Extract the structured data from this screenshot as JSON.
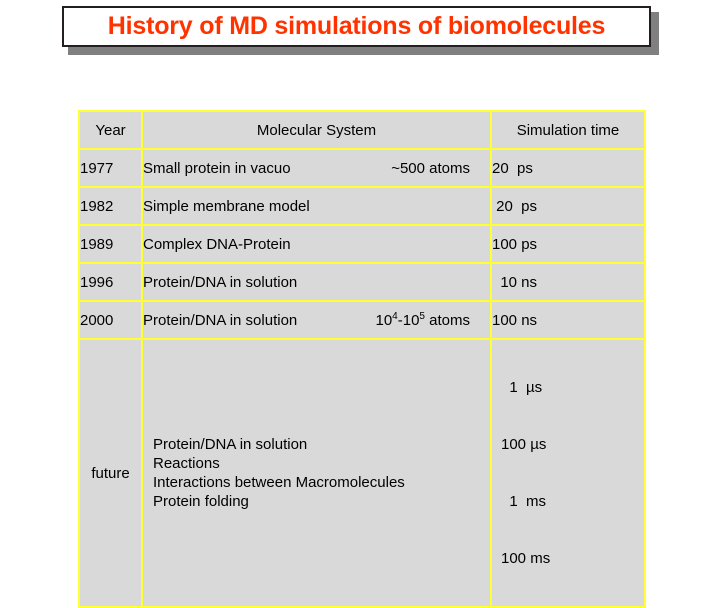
{
  "title": {
    "text": "History of MD simulations of biomolecules",
    "color": "#ff3300"
  },
  "table": {
    "headers": {
      "year": "Year",
      "system": "Molecular System",
      "time": "Simulation time"
    },
    "border_color": "#ffff33",
    "cell_bg": "#d9d9d9",
    "rows": [
      {
        "year": "1977",
        "system": "Small protein in vacuo",
        "atoms": "~500 atoms",
        "time": "20  ps"
      },
      {
        "year": "1982",
        "system": "Simple membrane model",
        "atoms": "",
        "time": " 20  ps"
      },
      {
        "year": "1989",
        "system": "Complex DNA-Protein",
        "atoms": "",
        "time": "100 ps"
      },
      {
        "year": "1996",
        "system": "Protein/DNA in solution",
        "atoms": "",
        "time": "  10 ns"
      },
      {
        "year": "2000",
        "system": "Protein/DNA in solution",
        "atoms_prefix": "10",
        "atoms_sup1": "4",
        "atoms_mid": "-10",
        "atoms_sup2": "5",
        "atoms_suffix": " atoms",
        "time": "100 ns"
      }
    ],
    "future_row": {
      "year": "future",
      "systems": [
        "Protein/DNA in solution",
        "Reactions",
        "Interactions between Macromolecules",
        "Protein folding"
      ],
      "times": [
        "  1  µs",
        "100 µs",
        "  1  ms",
        "100 ms"
      ]
    }
  }
}
